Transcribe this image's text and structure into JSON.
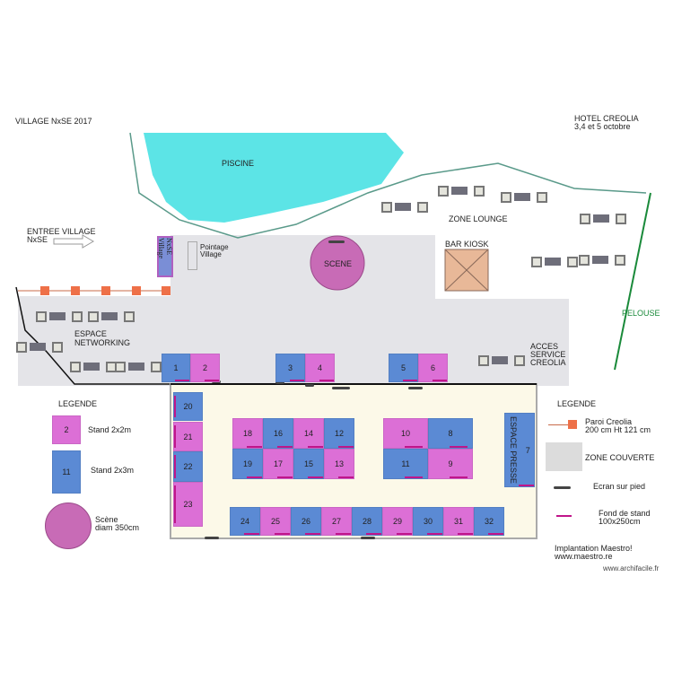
{
  "title": "VILLAGE NxSE 2017",
  "hotel": {
    "name": "HOTEL CREOLIA",
    "dates": "3,4 et 5 octobre"
  },
  "labels": {
    "pool": "PISCINE",
    "entrance_line1": "ENTREE VILLAGE",
    "entrance_line2": "NxSE",
    "sign": "NxSE Village",
    "pointage_line1": "Pointage",
    "pointage_line2": "Village",
    "scene": "SCENE",
    "bar": "BAR KIOSK",
    "lounge": "ZONE LOUNGE",
    "lawn": "PELOUSE",
    "networking_line1": "ESPACE",
    "networking_line2": "NETWORKING",
    "access_line1": "ACCES",
    "access_line2": "SERVICE",
    "access_line3": "CREOLIA",
    "press": "ESPACE PRESSE"
  },
  "colors": {
    "stand_2x2": "#dc6fd6",
    "stand_2x3": "#5b8ad4",
    "pool": "#5ce4e6",
    "covered": "#e4e4e8",
    "hall": "#fcf9e8",
    "lawn": "#1a8a3a"
  },
  "stands": [
    {
      "n": "1",
      "type": "2x3"
    },
    {
      "n": "2",
      "type": "2x2"
    },
    {
      "n": "3",
      "type": "2x3"
    },
    {
      "n": "4",
      "type": "2x2"
    },
    {
      "n": "5",
      "type": "2x3"
    },
    {
      "n": "6",
      "type": "2x2"
    },
    {
      "n": "7",
      "type": "2x3"
    },
    {
      "n": "8",
      "type": "2x3"
    },
    {
      "n": "9",
      "type": "2x2"
    },
    {
      "n": "10",
      "type": "2x2"
    },
    {
      "n": "11",
      "type": "2x3"
    },
    {
      "n": "12",
      "type": "2x3"
    },
    {
      "n": "13",
      "type": "2x2"
    },
    {
      "n": "14",
      "type": "2x2"
    },
    {
      "n": "15",
      "type": "2x3"
    },
    {
      "n": "16",
      "type": "2x3"
    },
    {
      "n": "17",
      "type": "2x2"
    },
    {
      "n": "18",
      "type": "2x2"
    },
    {
      "n": "19",
      "type": "2x3"
    },
    {
      "n": "20",
      "type": "2x3"
    },
    {
      "n": "21",
      "type": "2x2"
    },
    {
      "n": "22",
      "type": "2x3"
    },
    {
      "n": "23",
      "type": "2x2"
    },
    {
      "n": "24",
      "type": "2x3"
    },
    {
      "n": "25",
      "type": "2x2"
    },
    {
      "n": "26",
      "type": "2x3"
    },
    {
      "n": "27",
      "type": "2x2"
    },
    {
      "n": "28",
      "type": "2x3"
    },
    {
      "n": "29",
      "type": "2x2"
    },
    {
      "n": "30",
      "type": "2x3"
    },
    {
      "n": "31",
      "type": "2x2"
    },
    {
      "n": "32",
      "type": "2x3"
    }
  ],
  "legend_left": {
    "title": "LEGENDE",
    "stand_2x2": {
      "sample": "2",
      "label": "Stand 2x2m"
    },
    "stand_2x3": {
      "sample": "11",
      "label": "Stand 2x3m"
    },
    "scene_line1": "Scène",
    "scene_line2": "diam 350cm"
  },
  "legend_right": {
    "title": "LEGENDE",
    "paroi_line1": "Paroi Creolia",
    "paroi_line2": "200 cm Ht 121 cm",
    "covered": "ZONE COUVERTE",
    "screen": "Ecran sur pied",
    "fond_line1": "Fond de stand",
    "fond_line2": "100x250cm"
  },
  "credit_line1": "Implantation Maestro!",
  "credit_line2": "www.maestro.re",
  "watermark": "www.archifacile.fr"
}
